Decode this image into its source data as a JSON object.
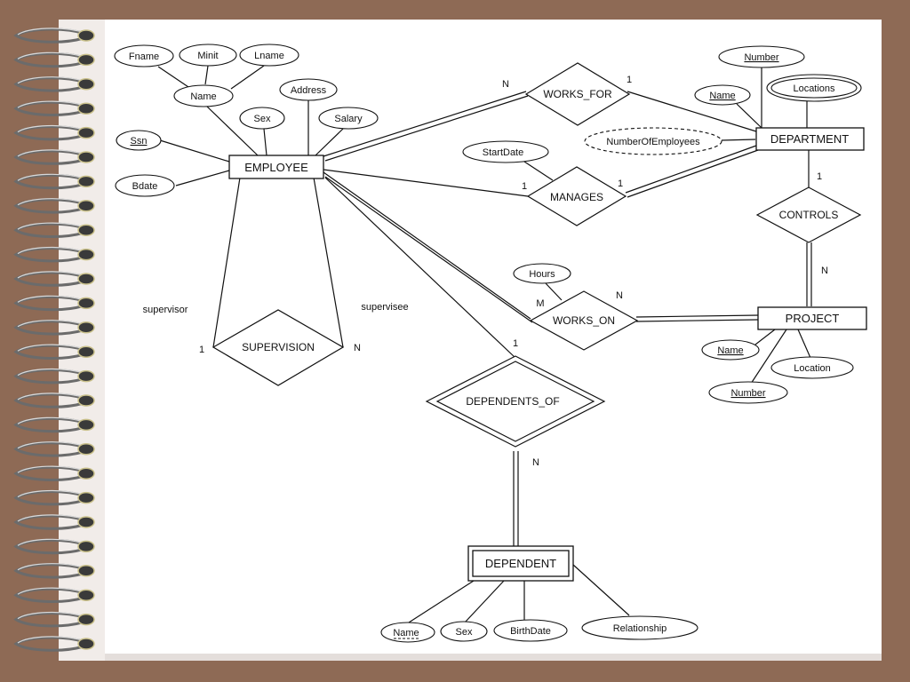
{
  "entities": {
    "employee": "EMPLOYEE",
    "department": "DEPARTMENT",
    "project": "PROJECT",
    "dependent": "DEPENDENT"
  },
  "relationships": {
    "works_for": "WORKS_FOR",
    "manages": "MANAGES",
    "works_on": "WORKS_ON",
    "controls": "CONTROLS",
    "supervision": "SUPERVISION",
    "dependents_of": "DEPENDENTS_OF"
  },
  "attributes": {
    "employee": {
      "fname": "Fname",
      "minit": "Minit",
      "lname": "Lname",
      "name": "Name",
      "address": "Address",
      "sex": "Sex",
      "salary": "Salary",
      "ssn": "Ssn",
      "bdate": "Bdate"
    },
    "department": {
      "number": "Number",
      "name": "Name",
      "locations": "Locations",
      "number_of_employees": "NumberOfEmployees"
    },
    "manages": {
      "start_date": "StartDate"
    },
    "works_on": {
      "hours": "Hours"
    },
    "project": {
      "name": "Name",
      "location": "Location",
      "number": "Number"
    },
    "dependent": {
      "name": "Name",
      "sex": "Sex",
      "birth_date": "BirthDate",
      "relationship": "Relationship"
    }
  },
  "roles": {
    "supervisor": "supervisor",
    "supervisee": "supervisee"
  },
  "cardinalities": {
    "works_for_emp": "N",
    "works_for_dept": "1",
    "manages_emp": "1",
    "manages_dept": "1",
    "controls_dept": "1",
    "controls_proj": "N",
    "works_on_emp": "M",
    "works_on_proj": "N",
    "supervision_supervisor": "1",
    "supervision_supervisee": "N",
    "dependents_of_emp": "1",
    "dependents_of_dep": "N"
  },
  "colors": {
    "background": "#8e6a55",
    "page": "#ffffff",
    "ink": "#111111"
  }
}
